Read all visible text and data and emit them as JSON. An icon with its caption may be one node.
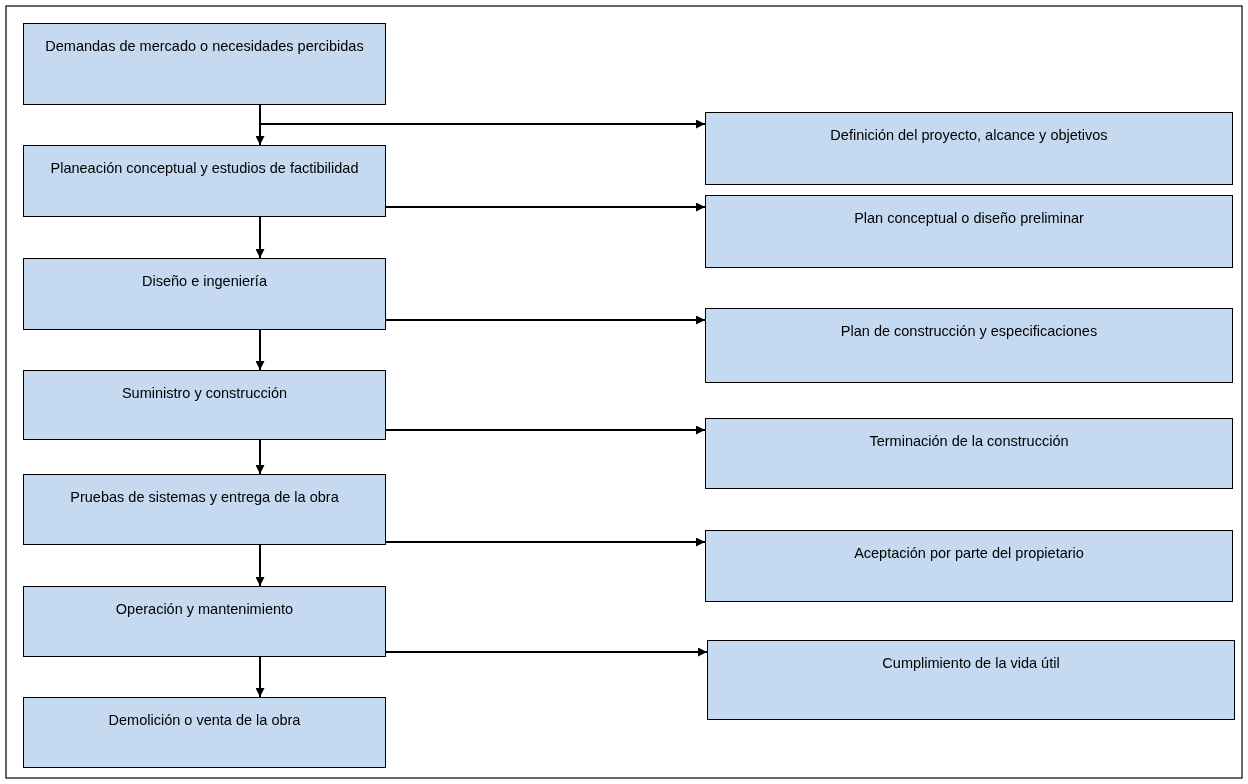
{
  "diagram": {
    "nodes": [
      {
        "text": [
          "Demandas de mercado o necesidades percibidas"
        ]
      },
      {
        "text": [
          "Definición del proyecto, alcance y objetivos"
        ]
      },
      {
        "text": [
          "Planeación conceptual y estudios de factibilidad"
        ]
      },
      {
        "text": [
          "Plan conceptual o diseño preliminar"
        ]
      },
      {
        "text": [
          "Diseño e ingeniería"
        ]
      },
      {
        "text": [
          "Plan de construcción y especificaciones"
        ]
      },
      {
        "text": [
          "Suministro y construcción"
        ]
      },
      {
        "text": [
          "Terminación de la construcción"
        ]
      },
      {
        "text": [
          "Pruebas de sistemas y entrega de la obra"
        ]
      },
      {
        "text": [
          "Aceptación por parte del propietario"
        ]
      },
      {
        "text": [
          "Operación y mantenimiento"
        ]
      },
      {
        "text": [
          "Cumplimiento de la vida útil"
        ]
      },
      {
        "text": [
          "Demolición o venta de la obra"
        ]
      }
    ],
    "edges": [
      {
        "from": 0,
        "to": 2,
        "arrow": "to"
      },
      {
        "from": 0,
        "to": 1,
        "arrow": "to"
      },
      {
        "from": 2,
        "to": 4,
        "arrow": "to"
      },
      {
        "from": 2,
        "to": 3,
        "arrow": "to"
      },
      {
        "from": 4,
        "to": 6,
        "arrow": "to"
      },
      {
        "from": 4,
        "to": 5,
        "arrow": "to"
      },
      {
        "from": 6,
        "to": 8,
        "arrow": "to"
      },
      {
        "from": 6,
        "to": 7,
        "arrow": "to"
      },
      {
        "from": 8,
        "to": 10,
        "arrow": "to"
      },
      {
        "from": 8,
        "to": 9,
        "arrow": "to"
      },
      {
        "from": 10,
        "to": 12,
        "arrow": "to"
      },
      {
        "from": 10,
        "to": 11,
        "arrow": "to"
      }
    ]
  }
}
